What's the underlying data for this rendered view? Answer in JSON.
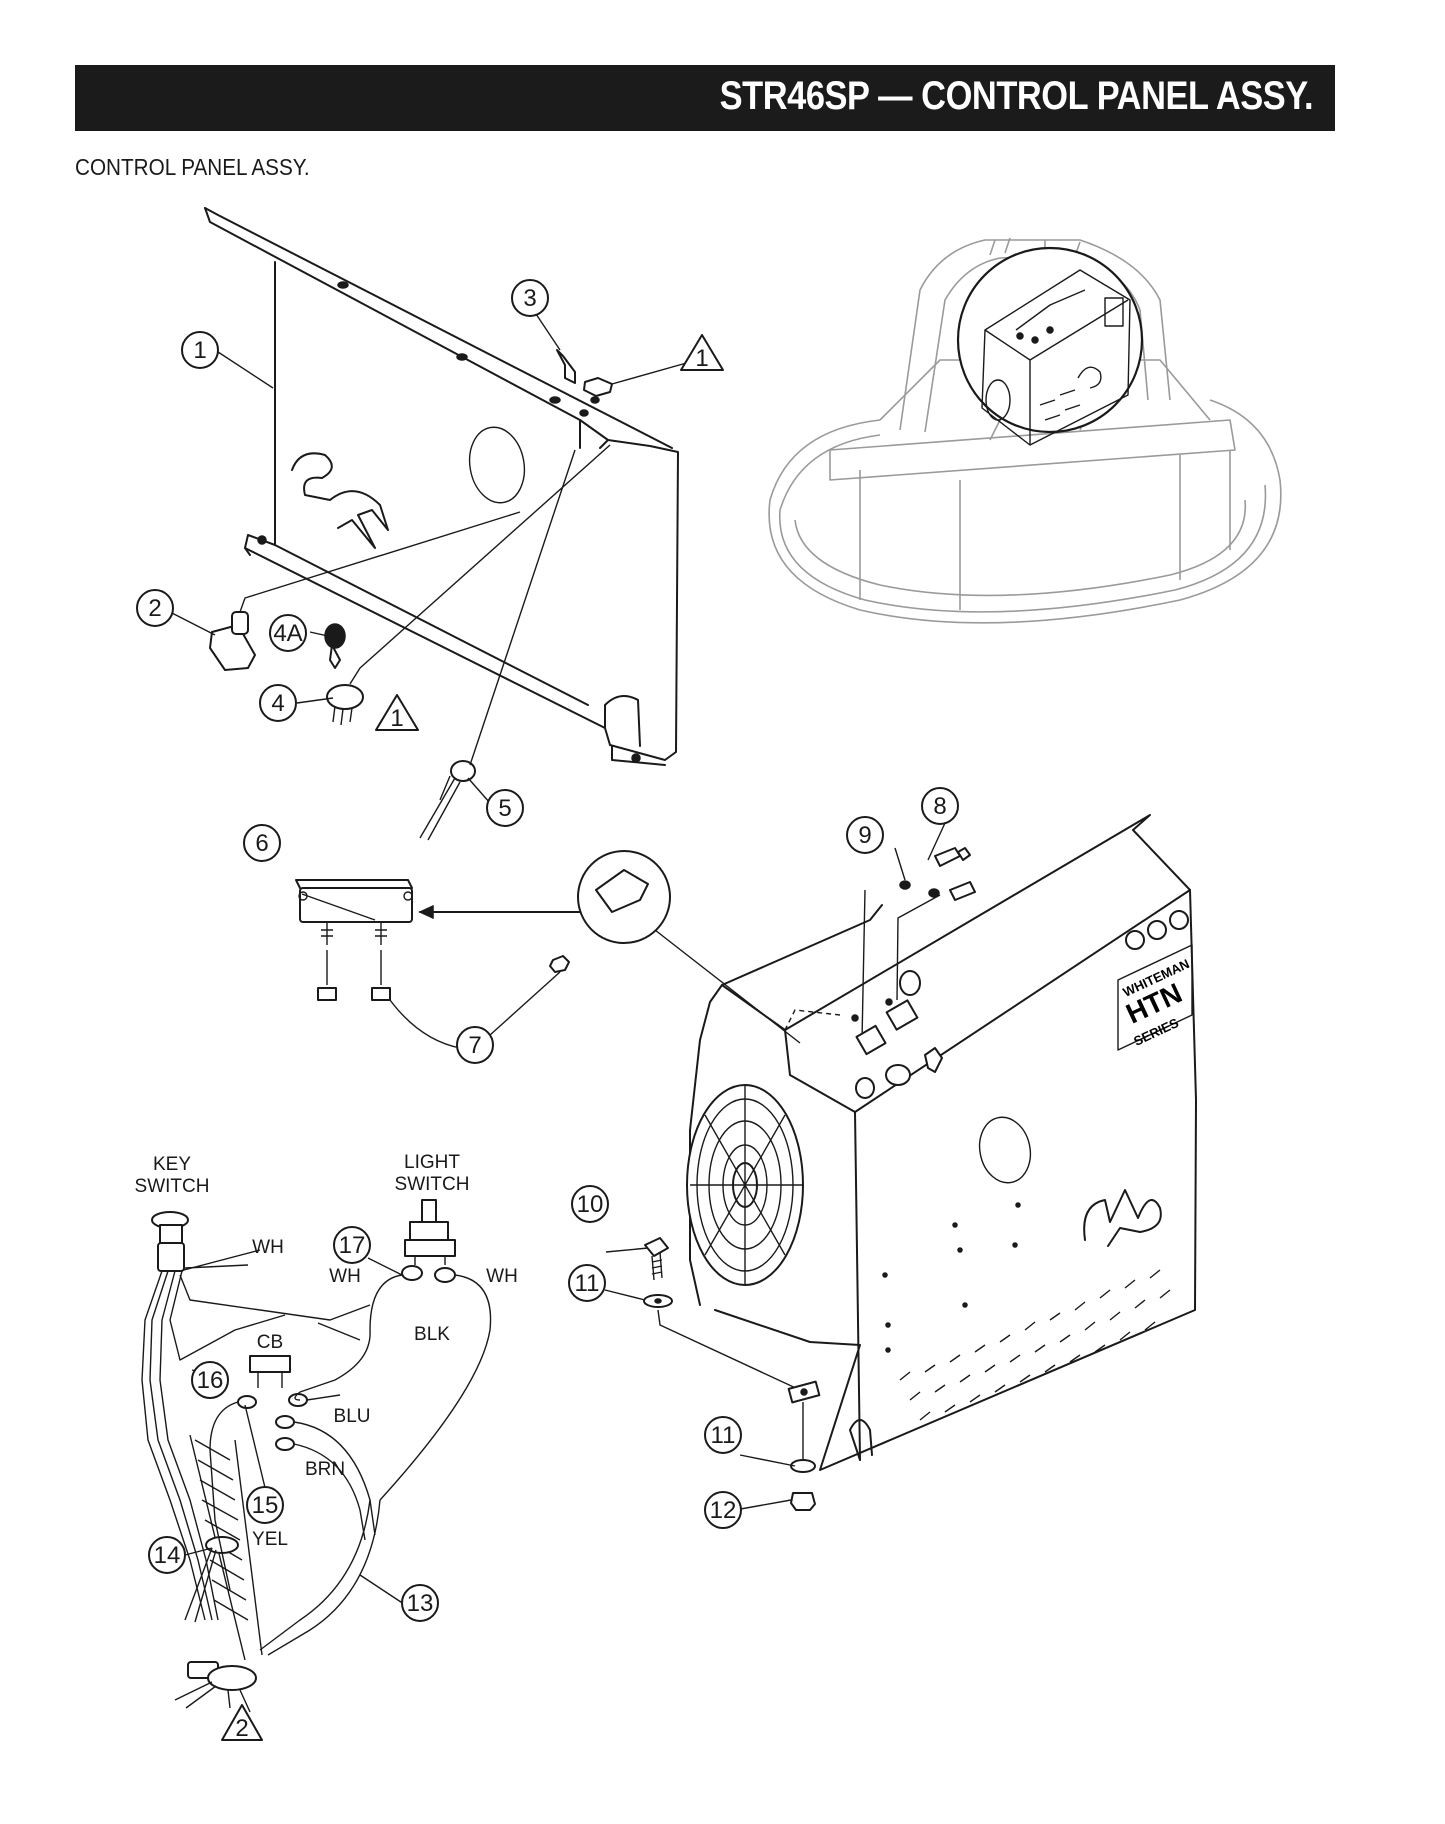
{
  "header": {
    "title": "STR46SP — CONTROL PANEL ASSY."
  },
  "section_title": "CONTROL PANEL ASSY.",
  "callouts": [
    "1",
    "2",
    "3",
    "4",
    "4A",
    "5",
    "6",
    "7",
    "8",
    "9",
    "10",
    "11",
    "11",
    "12",
    "13",
    "14",
    "15",
    "16",
    "17"
  ],
  "notes": [
    "1",
    "1",
    "2"
  ],
  "wiring_labels": {
    "key_switch_line1": "KEY",
    "key_switch_line2": "SWITCH",
    "light_switch_line1": "LIGHT",
    "light_switch_line2": "SWITCH",
    "wh_left": "WH",
    "wh_mid": "WH",
    "wh_right": "WH",
    "cb": "CB",
    "blk": "BLK",
    "blu": "BLU",
    "brn": "BRN",
    "yel": "YEL"
  },
  "brand_marks": {
    "panel_series_line1": "WHITEMAN",
    "panel_series_line2": "HTN",
    "panel_series_line3": "SERIES"
  }
}
